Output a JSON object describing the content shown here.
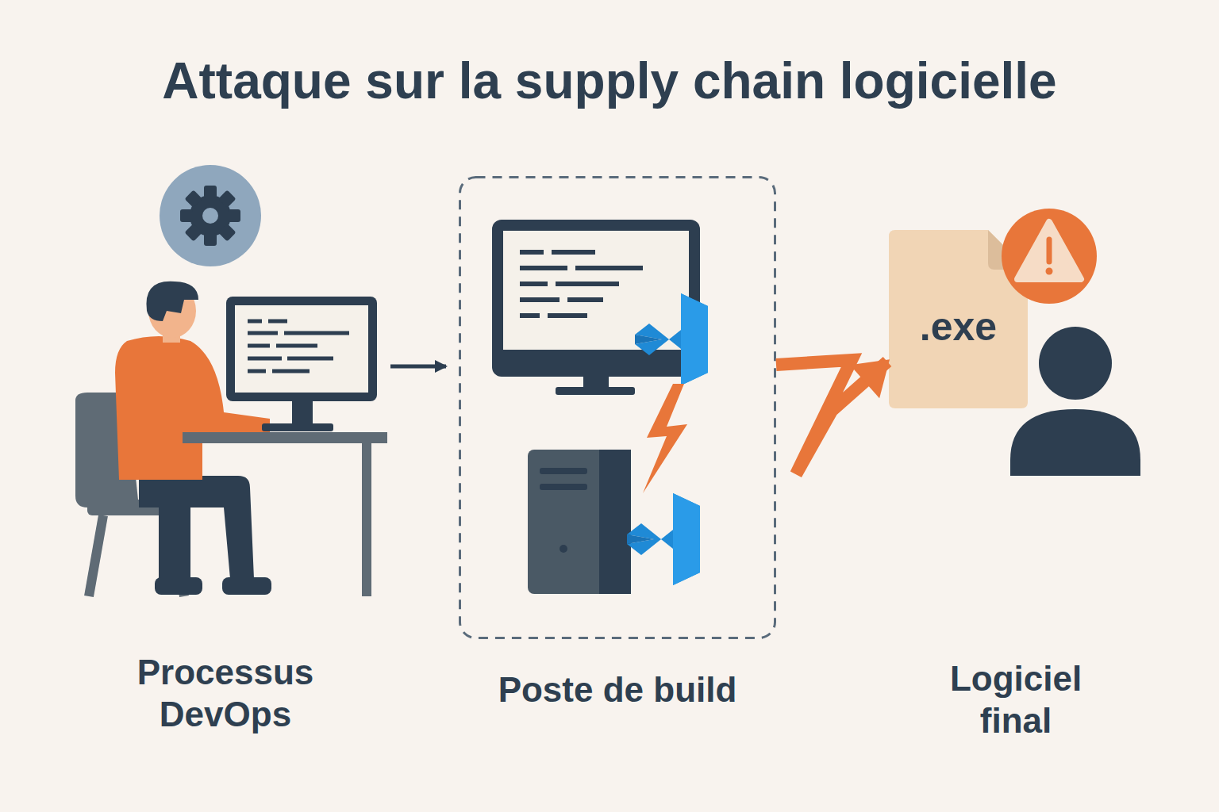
{
  "diagram": {
    "title": "Attaque sur la supply chain logicielle",
    "nodes": [
      {
        "text": [
          "Processus DevOps"
        ]
      },
      {
        "text": [
          "Poste de build"
        ]
      },
      {
        "text": [
          "Logiciel final"
        ]
      },
      {
        "text": [
          ".exe"
        ],
        "in": 2
      }
    ],
    "edges": [
      {
        "from": 0,
        "to": 1,
        "arrow": "to"
      },
      {
        "from": 1,
        "to": 3,
        "arrow": "to"
      }
    ]
  }
}
